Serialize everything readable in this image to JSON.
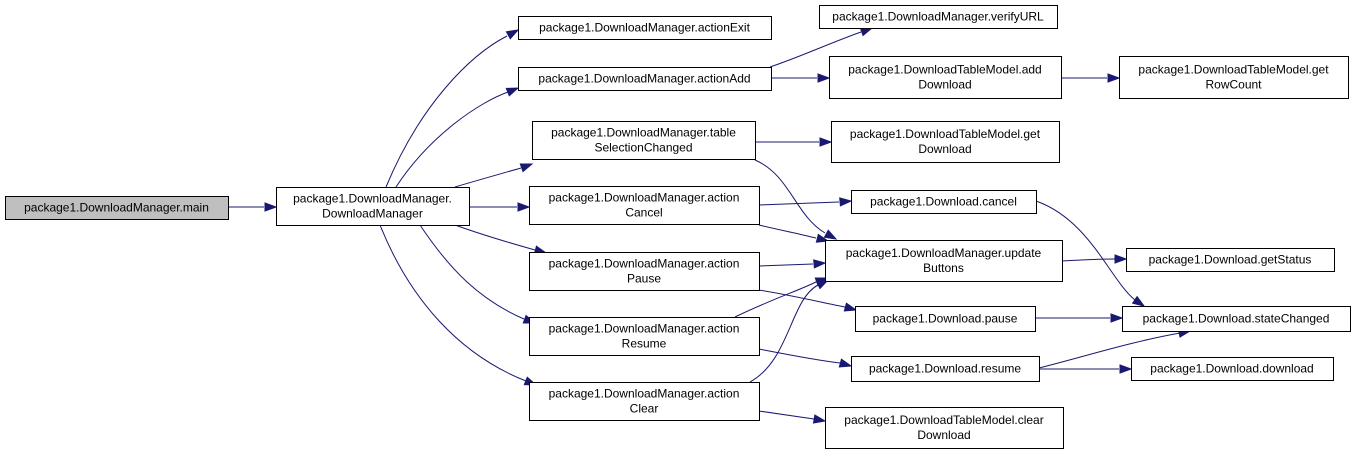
{
  "diagram": {
    "nodes": [
      {
        "id": "main",
        "lines": [
          "package1.DownloadManager.main"
        ],
        "root": true
      },
      {
        "id": "ctor",
        "lines": [
          "package1.DownloadManager.",
          "DownloadManager"
        ]
      },
      {
        "id": "actionExit",
        "lines": [
          "package1.DownloadManager.actionExit"
        ]
      },
      {
        "id": "actionAdd",
        "lines": [
          "package1.DownloadManager.actionAdd"
        ]
      },
      {
        "id": "tableSel",
        "lines": [
          "package1.DownloadManager.table",
          "SelectionChanged"
        ]
      },
      {
        "id": "actionCancel",
        "lines": [
          "package1.DownloadManager.action",
          "Cancel"
        ]
      },
      {
        "id": "actionPause",
        "lines": [
          "package1.DownloadManager.action",
          "Pause"
        ]
      },
      {
        "id": "actionResume",
        "lines": [
          "package1.DownloadManager.action",
          "Resume"
        ]
      },
      {
        "id": "actionClear",
        "lines": [
          "package1.DownloadManager.action",
          "Clear"
        ]
      },
      {
        "id": "verifyURL",
        "lines": [
          "package1.DownloadManager.verifyURL"
        ]
      },
      {
        "id": "addDownload",
        "lines": [
          "package1.DownloadTableModel.add",
          "Download"
        ]
      },
      {
        "id": "getRowCount",
        "lines": [
          "package1.DownloadTableModel.get",
          "RowCount"
        ]
      },
      {
        "id": "getDownload",
        "lines": [
          "package1.DownloadTableModel.get",
          "Download"
        ]
      },
      {
        "id": "cancel",
        "lines": [
          "package1.Download.cancel"
        ]
      },
      {
        "id": "updateButtons",
        "lines": [
          "package1.DownloadManager.update",
          "Buttons"
        ]
      },
      {
        "id": "getStatus",
        "lines": [
          "package1.Download.getStatus"
        ]
      },
      {
        "id": "pause",
        "lines": [
          "package1.Download.pause"
        ]
      },
      {
        "id": "stateChanged",
        "lines": [
          "package1.Download.stateChanged"
        ]
      },
      {
        "id": "resume",
        "lines": [
          "package1.Download.resume"
        ]
      },
      {
        "id": "download",
        "lines": [
          "package1.Download.download"
        ]
      },
      {
        "id": "clearDownload",
        "lines": [
          "package1.DownloadTableModel.clear",
          "Download"
        ]
      }
    ],
    "edges": [
      {
        "from": "main",
        "to": "ctor"
      },
      {
        "from": "ctor",
        "to": "actionExit"
      },
      {
        "from": "ctor",
        "to": "actionAdd"
      },
      {
        "from": "ctor",
        "to": "tableSel"
      },
      {
        "from": "ctor",
        "to": "actionCancel"
      },
      {
        "from": "ctor",
        "to": "actionPause"
      },
      {
        "from": "ctor",
        "to": "actionResume"
      },
      {
        "from": "ctor",
        "to": "actionClear"
      },
      {
        "from": "actionAdd",
        "to": "verifyURL"
      },
      {
        "from": "actionAdd",
        "to": "addDownload"
      },
      {
        "from": "addDownload",
        "to": "getRowCount"
      },
      {
        "from": "tableSel",
        "to": "getDownload"
      },
      {
        "from": "tableSel",
        "to": "updateButtons"
      },
      {
        "from": "actionCancel",
        "to": "cancel"
      },
      {
        "from": "actionCancel",
        "to": "updateButtons"
      },
      {
        "from": "actionPause",
        "to": "updateButtons"
      },
      {
        "from": "actionPause",
        "to": "pause"
      },
      {
        "from": "actionResume",
        "to": "updateButtons"
      },
      {
        "from": "actionResume",
        "to": "resume"
      },
      {
        "from": "actionClear",
        "to": "updateButtons"
      },
      {
        "from": "actionClear",
        "to": "clearDownload"
      },
      {
        "from": "cancel",
        "to": "stateChanged"
      },
      {
        "from": "updateButtons",
        "to": "getStatus"
      },
      {
        "from": "pause",
        "to": "stateChanged"
      },
      {
        "from": "resume",
        "to": "stateChanged"
      },
      {
        "from": "resume",
        "to": "download"
      }
    ]
  },
  "colors": {
    "edge": "#191970",
    "root_fill": "#bfbfbf",
    "node_fill": "#ffffff",
    "border": "#000000"
  }
}
